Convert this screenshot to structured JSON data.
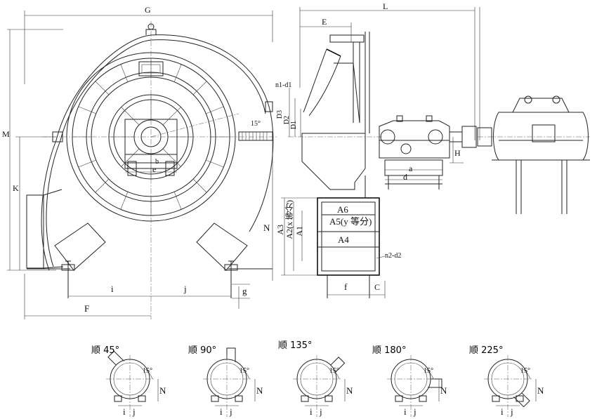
{
  "front_view": {
    "labels": {
      "G": "G",
      "M": "M",
      "K": "K",
      "F": "F",
      "i": "i",
      "j": "j",
      "g": "g",
      "b": "b",
      "e": "e",
      "angle": "15°"
    }
  },
  "side_view": {
    "labels": {
      "L": "L",
      "E": "E",
      "n1d1": "n1-d1",
      "D3": "D3",
      "D2": "D2",
      "D1": "D1",
      "H": "H",
      "a": "a",
      "d": "d",
      "N": "N",
      "A3": "A3",
      "A2": "A2(x 等分)",
      "A1": "A1",
      "A6": "A6",
      "A5": "A5(y 等分)",
      "A4": "A4",
      "n2d2": "n2-d2",
      "f": "f",
      "C": "C"
    }
  },
  "orientations": [
    {
      "title": "顺 45°",
      "i": "i",
      "j": "j",
      "N": "N",
      "angle": "15°"
    },
    {
      "title": "顺 90°",
      "i": "i",
      "j": "j",
      "N": "N",
      "angle": "15°"
    },
    {
      "title": "顺 135°",
      "i": "i",
      "j": "j",
      "N": "N",
      "angle": "15°"
    },
    {
      "title": "顺 180°",
      "i": "i",
      "j": "j",
      "N": "N",
      "angle": "15°"
    },
    {
      "title": "顺 225°",
      "i": "i",
      "j": "j",
      "N": "N",
      "angle": "15°"
    }
  ]
}
